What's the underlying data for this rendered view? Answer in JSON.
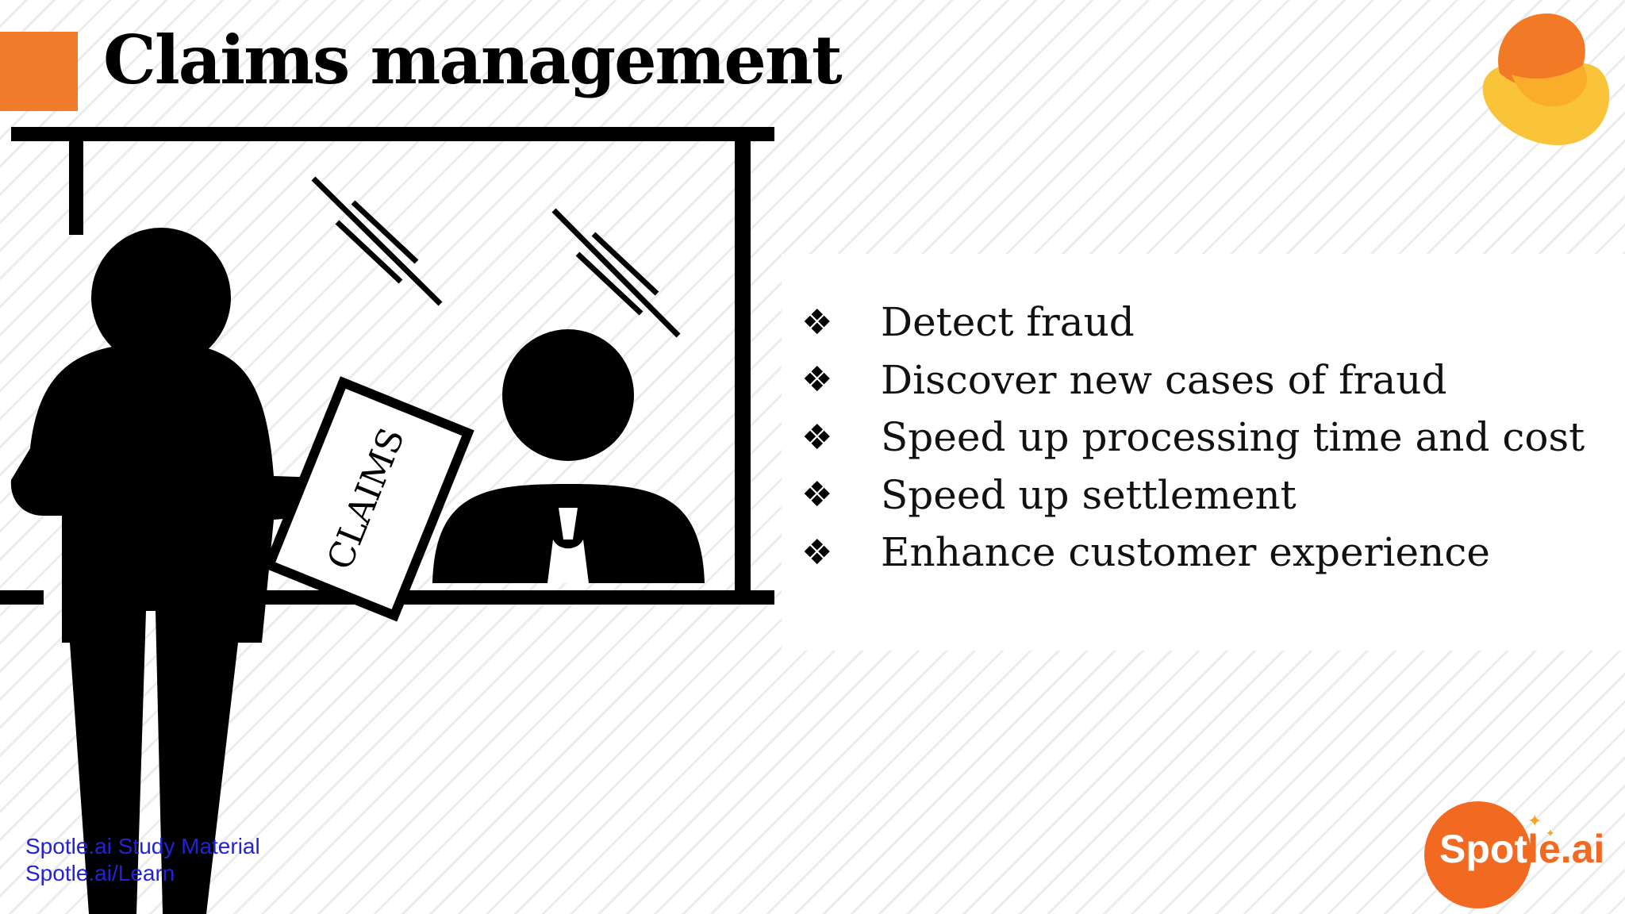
{
  "slide": {
    "title": "Claims management",
    "accent_color": "#f07b2b"
  },
  "illustration": {
    "form_label": "CLAIMS",
    "icon": "claims-counter-illustration"
  },
  "bullets": {
    "icon": "diamond-bullet-icon",
    "glyph": "❖",
    "items": [
      "Detect fraud",
      "Discover new cases of fraud",
      "Speed up processing time and cost",
      "Speed up settlement",
      "Enhance customer experience"
    ]
  },
  "watermark": {
    "line1": "Spotle.ai Study Material",
    "line2": "Spotle.ai/Learn",
    "color": "#2323d6"
  },
  "brand": {
    "name_part1": "Spot",
    "name_part2": "le.ai",
    "color": "#f26a21"
  }
}
